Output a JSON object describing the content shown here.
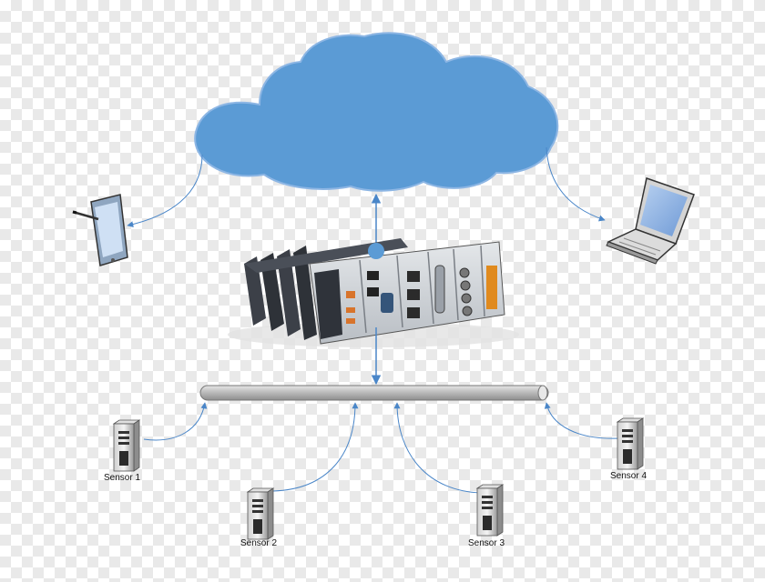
{
  "sensors": [
    {
      "label": "Sensor 1"
    },
    {
      "label": "Sensor 2"
    },
    {
      "label": "Sensor 3"
    },
    {
      "label": "Sensor 4"
    }
  ],
  "colors": {
    "cloud": "#5b9bd5",
    "arrow": "#4a86c8",
    "bus": "#c4c4c4",
    "device_panel": "#cfd3d8",
    "device_dark": "#3c4048",
    "laptop_screen": "#8fb4e6"
  },
  "icons": [
    "cloud-icon",
    "tablet-icon",
    "laptop-icon",
    "controller-device",
    "server-tower-icon"
  ]
}
